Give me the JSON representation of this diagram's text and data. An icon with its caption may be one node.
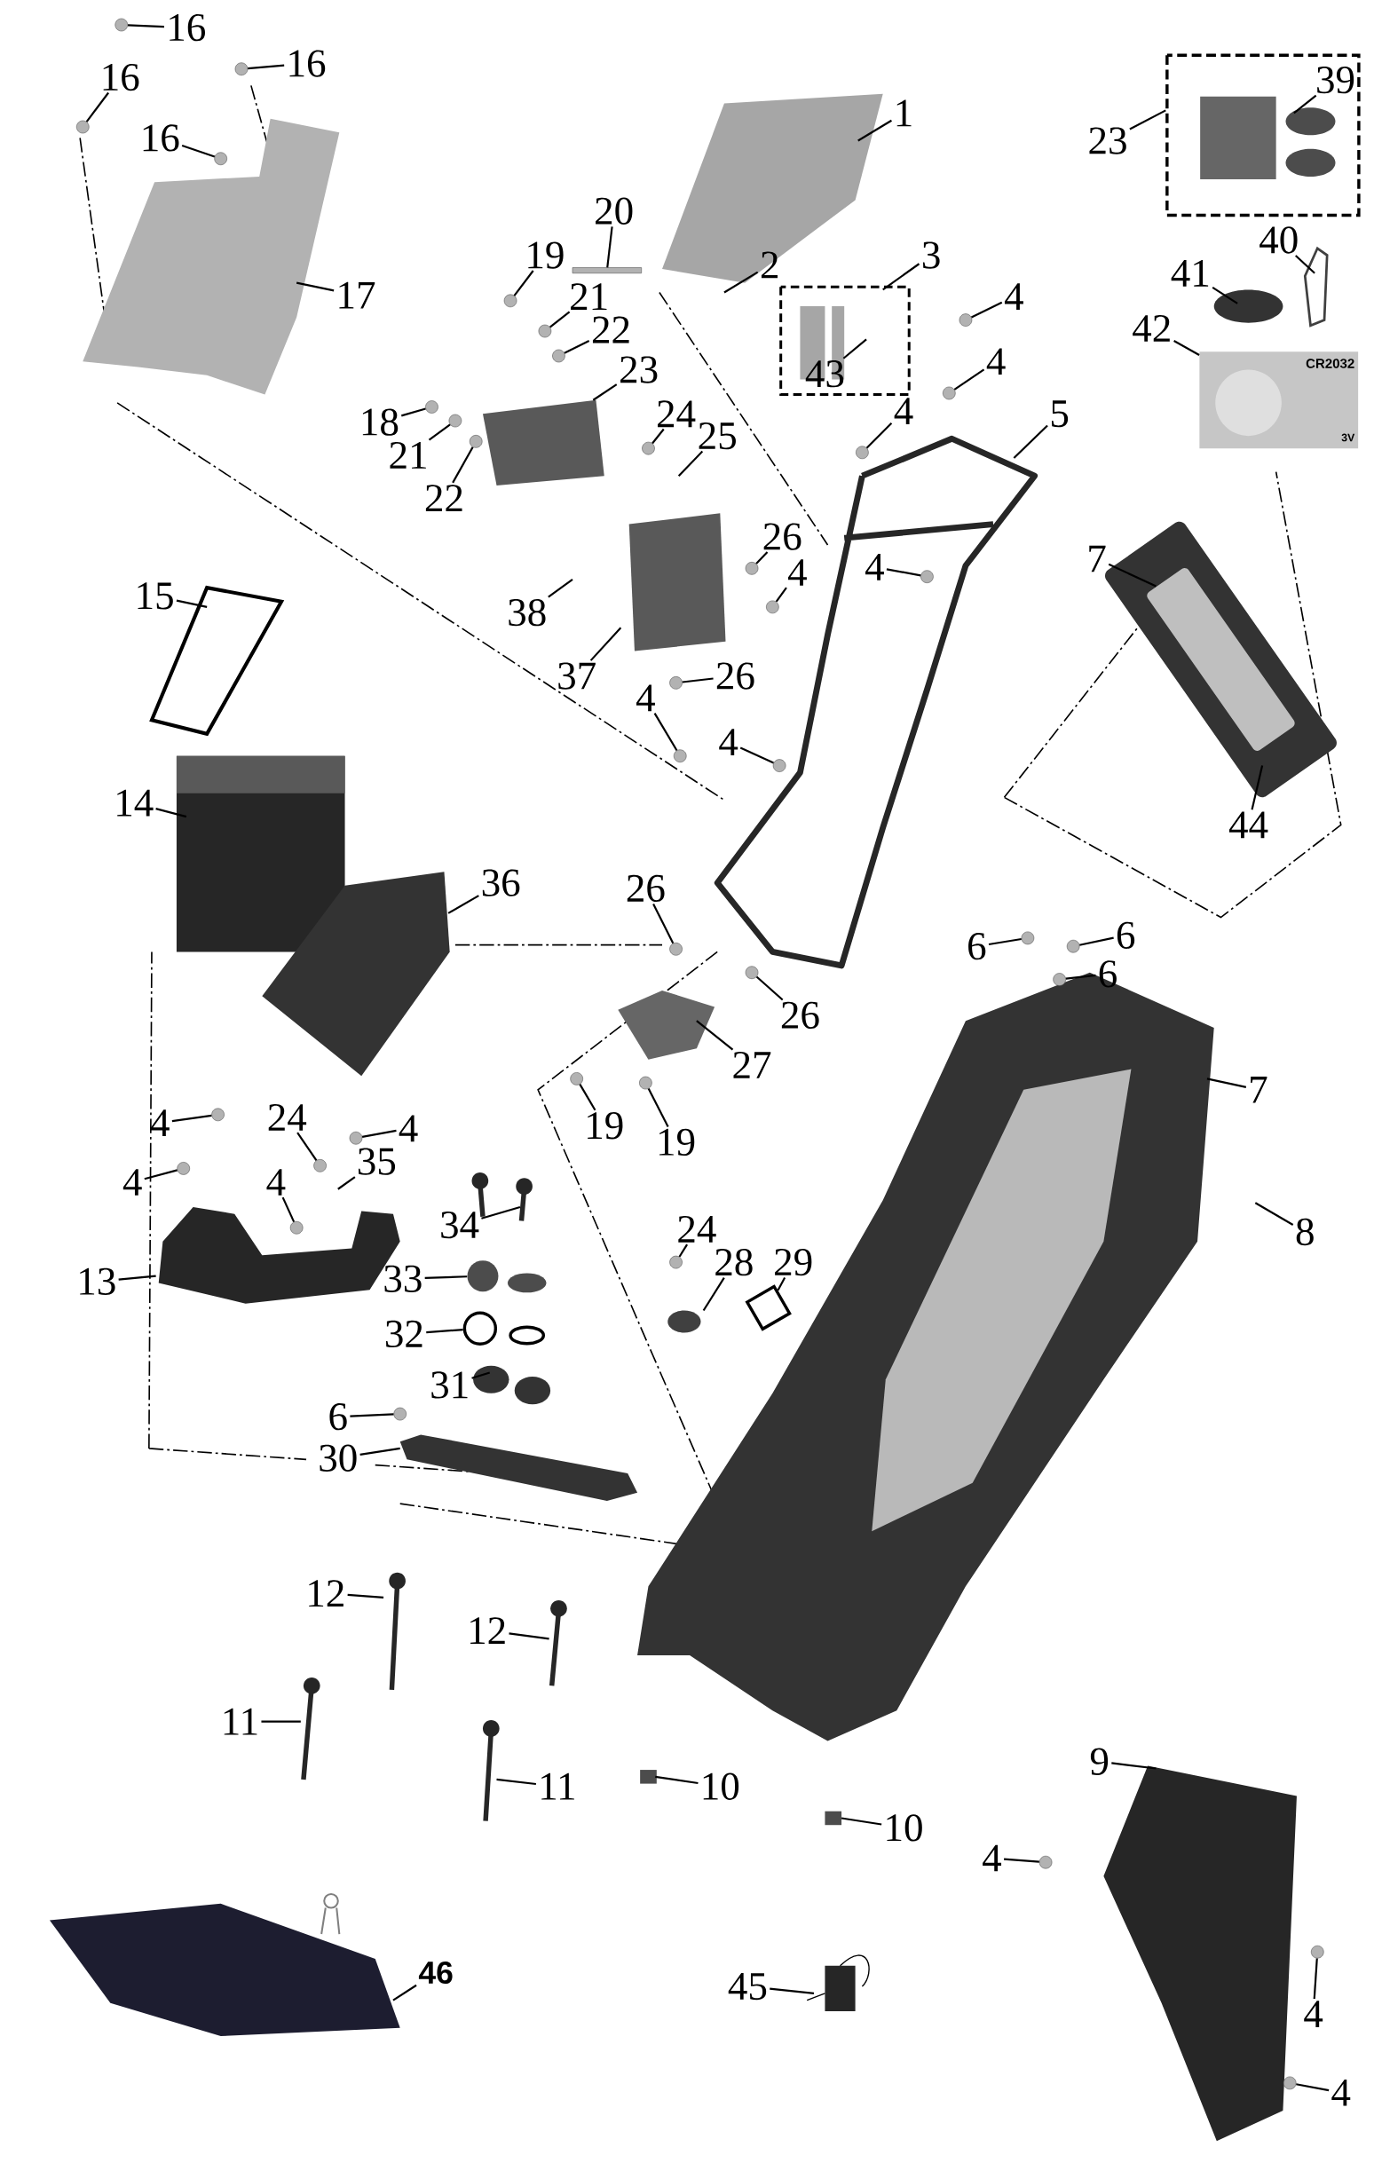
{
  "diagram": {
    "nodes": [
      {
        "text": [
          "1"
        ]
      },
      {
        "text": [
          "16"
        ]
      },
      {
        "text": [
          "16"
        ]
      },
      {
        "text": [
          "16"
        ]
      },
      {
        "text": [
          "16"
        ]
      },
      {
        "text": [
          "17"
        ]
      },
      {
        "text": [
          "20"
        ]
      },
      {
        "text": [
          "2"
        ]
      },
      {
        "text": [
          "3"
        ]
      },
      {
        "text": [
          "19"
        ]
      },
      {
        "text": [
          "21"
        ]
      },
      {
        "text": [
          "22"
        ]
      },
      {
        "text": [
          "23"
        ]
      },
      {
        "text": [
          "18"
        ]
      },
      {
        "text": [
          "21"
        ]
      },
      {
        "text": [
          "22"
        ]
      },
      {
        "text": [
          "4"
        ]
      },
      {
        "text": [
          "4"
        ]
      },
      {
        "text": [
          "4"
        ]
      },
      {
        "text": [
          "5"
        ]
      },
      {
        "text": [
          "24"
        ]
      },
      {
        "text": [
          "25"
        ]
      },
      {
        "text": [
          "43"
        ]
      },
      {
        "text": [
          "39"
        ]
      },
      {
        "text": [
          "23"
        ]
      },
      {
        "text": [
          "40"
        ]
      },
      {
        "text": [
          "41"
        ]
      },
      {
        "text": [
          "42"
        ]
      },
      {
        "text": [
          "26"
        ]
      },
      {
        "text": [
          "4"
        ]
      },
      {
        "text": [
          "4"
        ]
      },
      {
        "text": [
          "38"
        ]
      },
      {
        "text": [
          "37"
        ]
      },
      {
        "text": [
          "26"
        ]
      },
      {
        "text": [
          "7"
        ]
      },
      {
        "text": [
          "44"
        ]
      },
      {
        "text": [
          "15"
        ]
      },
      {
        "text": [
          "14"
        ]
      },
      {
        "text": [
          "4"
        ]
      },
      {
        "text": [
          "4"
        ]
      },
      {
        "text": [
          "36"
        ]
      },
      {
        "text": [
          "26"
        ]
      },
      {
        "text": [
          "26"
        ]
      },
      {
        "text": [
          "27"
        ]
      },
      {
        "text": [
          "19"
        ]
      },
      {
        "text": [
          "19"
        ]
      },
      {
        "text": [
          "6"
        ]
      },
      {
        "text": [
          "6"
        ]
      },
      {
        "text": [
          "6"
        ]
      },
      {
        "text": [
          "7"
        ]
      },
      {
        "text": [
          "8"
        ]
      },
      {
        "text": [
          "4"
        ]
      },
      {
        "text": [
          "4"
        ]
      },
      {
        "text": [
          "24"
        ]
      },
      {
        "text": [
          "4"
        ]
      },
      {
        "text": [
          "35"
        ]
      },
      {
        "text": [
          "4"
        ]
      },
      {
        "text": [
          "34"
        ]
      },
      {
        "text": [
          "13"
        ]
      },
      {
        "text": [
          "33"
        ]
      },
      {
        "text": [
          "32"
        ]
      },
      {
        "text": [
          "31"
        ]
      },
      {
        "text": [
          "6"
        ]
      },
      {
        "text": [
          "30"
        ]
      },
      {
        "text": [
          "24"
        ]
      },
      {
        "text": [
          "28"
        ]
      },
      {
        "text": [
          "29"
        ]
      },
      {
        "text": [
          "12"
        ]
      },
      {
        "text": [
          "12"
        ]
      },
      {
        "text": [
          "11"
        ]
      },
      {
        "text": [
          "11"
        ]
      },
      {
        "text": [
          "10"
        ]
      },
      {
        "text": [
          "10"
        ]
      },
      {
        "text": [
          "9"
        ]
      },
      {
        "text": [
          "4"
        ]
      },
      {
        "text": [
          "4"
        ]
      },
      {
        "text": [
          "4"
        ]
      },
      {
        "text": [
          "45"
        ]
      },
      {
        "text": [
          "46"
        ]
      },
      {
        "text": [
          "CR2032",
          "3V"
        ]
      },
      {
        "text": [],
        "shape": "circle"
      },
      {
        "text": [],
        "shape": "circle"
      },
      {
        "text": [],
        "shape": "circle"
      },
      {
        "text": [],
        "shape": "circle"
      },
      {
        "text": [],
        "shape": "bar"
      },
      {
        "text": [],
        "shape": "circle"
      },
      {
        "text": [],
        "shape": "circle"
      },
      {
        "text": [],
        "shape": "circle"
      },
      {
        "text": [],
        "shape": "circle"
      },
      {
        "text": [],
        "shape": "circle"
      },
      {
        "text": [],
        "shape": "circle"
      },
      {
        "text": [],
        "shape": "circle"
      },
      {
        "text": [],
        "shape": "circle"
      },
      {
        "text": [],
        "shape": "circle"
      },
      {
        "text": [],
        "shape": "circle"
      },
      {
        "text": [],
        "shape": "circle"
      },
      {
        "text": [],
        "shape": "circle"
      },
      {
        "text": [],
        "shape": "circle"
      },
      {
        "text": [],
        "shape": "circle"
      },
      {
        "text": [],
        "shape": "circle"
      },
      {
        "text": [],
        "shape": "circle"
      },
      {
        "text": [],
        "shape": "circle"
      },
      {
        "text": [],
        "shape": "circle"
      },
      {
        "text": [],
        "shape": "circle"
      },
      {
        "text": [],
        "shape": "circle"
      },
      {
        "text": [],
        "shape": "circle"
      },
      {
        "text": [],
        "shape": "circle"
      },
      {
        "text": [],
        "shape": "circle"
      },
      {
        "text": [],
        "shape": "circle"
      },
      {
        "text": [],
        "shape": "circle"
      },
      {
        "text": [],
        "shape": "circle"
      },
      {
        "text": [],
        "shape": "circle"
      },
      {
        "text": [],
        "shape": "circle"
      },
      {
        "text": [],
        "shape": "circle"
      },
      {
        "text": [],
        "shape": "circle"
      },
      {
        "text": [],
        "shape": "circle"
      },
      {
        "text": [],
        "shape": "circle"
      },
      {
        "text": [],
        "shape": "box"
      },
      {
        "text": [],
        "shape": "circle"
      },
      {
        "text": [],
        "shape": "circle"
      },
      {
        "text": [],
        "shape": "circle"
      }
    ],
    "edges": [
      {
        "from": 0,
        "to": null,
        "arrow": "none"
      },
      {
        "from": 1,
        "to": 80,
        "arrow": "none"
      },
      {
        "from": 2,
        "to": 81,
        "arrow": "none"
      },
      {
        "from": 3,
        "to": 82,
        "arrow": "none"
      },
      {
        "from": 4,
        "to": 83,
        "arrow": "none"
      },
      {
        "from": 5,
        "to": null,
        "arrow": "none"
      },
      {
        "from": 6,
        "to": 84,
        "arrow": "none"
      },
      {
        "from": 7,
        "to": null,
        "arrow": "none"
      },
      {
        "from": 8,
        "to": null,
        "arrow": "none"
      },
      {
        "from": 9,
        "to": 85,
        "arrow": "none"
      },
      {
        "from": 10,
        "to": 86,
        "arrow": "none"
      },
      {
        "from": 11,
        "to": 87,
        "arrow": "none"
      },
      {
        "from": 12,
        "to": null,
        "arrow": "none"
      },
      {
        "from": 13,
        "to": 88,
        "arrow": "none"
      },
      {
        "from": 14,
        "to": 89,
        "arrow": "none"
      },
      {
        "from": 15,
        "to": 90,
        "arrow": "none"
      },
      {
        "from": 16,
        "to": 91,
        "arrow": "none"
      },
      {
        "from": 17,
        "to": 92,
        "arrow": "none"
      },
      {
        "from": 18,
        "to": 93,
        "arrow": "none"
      },
      {
        "from": 19,
        "to": null,
        "arrow": "none"
      },
      {
        "from": 20,
        "to": 94,
        "arrow": "none"
      },
      {
        "from": 21,
        "to": null,
        "arrow": "none"
      },
      {
        "from": 22,
        "to": null,
        "arrow": "none"
      },
      {
        "from": 23,
        "to": null,
        "arrow": "none"
      },
      {
        "from": 24,
        "to": null,
        "arrow": "none"
      },
      {
        "from": 25,
        "to": null,
        "arrow": "none"
      },
      {
        "from": 26,
        "to": null,
        "arrow": "none"
      },
      {
        "from": 27,
        "to": 79,
        "arrow": "none"
      },
      {
        "from": 28,
        "to": 95,
        "arrow": "none"
      },
      {
        "from": 29,
        "to": 96,
        "arrow": "none"
      },
      {
        "from": 30,
        "to": 97,
        "arrow": "none"
      },
      {
        "from": 31,
        "to": null,
        "arrow": "none"
      },
      {
        "from": 32,
        "to": null,
        "arrow": "none"
      },
      {
        "from": 33,
        "to": 98,
        "arrow": "none"
      },
      {
        "from": 34,
        "to": null,
        "arrow": "none"
      },
      {
        "from": 35,
        "to": null,
        "arrow": "none"
      },
      {
        "from": 36,
        "to": null,
        "arrow": "none"
      },
      {
        "from": 37,
        "to": null,
        "arrow": "none"
      },
      {
        "from": 38,
        "to": 99,
        "arrow": "none"
      },
      {
        "from": 39,
        "to": 100,
        "arrow": "none"
      },
      {
        "from": 40,
        "to": null,
        "arrow": "none"
      },
      {
        "from": 41,
        "to": 101,
        "arrow": "none"
      },
      {
        "from": 42,
        "to": 102,
        "arrow": "none"
      },
      {
        "from": 43,
        "to": null,
        "arrow": "none"
      },
      {
        "from": 44,
        "to": 103,
        "arrow": "none"
      },
      {
        "from": 45,
        "to": 104,
        "arrow": "none"
      },
      {
        "from": 46,
        "to": 105,
        "arrow": "none"
      },
      {
        "from": 47,
        "to": 106,
        "arrow": "none"
      },
      {
        "from": 48,
        "to": 107,
        "arrow": "none"
      },
      {
        "from": 49,
        "to": null,
        "arrow": "none"
      },
      {
        "from": 50,
        "to": null,
        "arrow": "none"
      },
      {
        "from": 51,
        "to": 108,
        "arrow": "none"
      },
      {
        "from": 52,
        "to": 109,
        "arrow": "none"
      },
      {
        "from": 53,
        "to": 110,
        "arrow": "none"
      },
      {
        "from": 54,
        "to": 111,
        "arrow": "none"
      },
      {
        "from": 55,
        "to": null,
        "arrow": "none"
      },
      {
        "from": 56,
        "to": 112,
        "arrow": "none"
      },
      {
        "from": 57,
        "to": null,
        "arrow": "none"
      },
      {
        "from": 58,
        "to": null,
        "arrow": "none"
      },
      {
        "from": 59,
        "to": 113,
        "arrow": "none"
      },
      {
        "from": 60,
        "to": 114,
        "arrow": "none"
      },
      {
        "from": 61,
        "to": null,
        "arrow": "none"
      },
      {
        "from": 62,
        "to": 115,
        "arrow": "none"
      },
      {
        "from": 63,
        "to": null,
        "arrow": "none"
      },
      {
        "from": 64,
        "to": 116,
        "arrow": "none"
      },
      {
        "from": 65,
        "to": null,
        "arrow": "none"
      },
      {
        "from": 66,
        "to": 117,
        "arrow": "none"
      },
      {
        "from": 67,
        "to": null,
        "arrow": "none"
      },
      {
        "from": 68,
        "to": null,
        "arrow": "none"
      },
      {
        "from": 69,
        "to": null,
        "arrow": "none"
      },
      {
        "from": 70,
        "to": null,
        "arrow": "none"
      },
      {
        "from": 71,
        "to": null,
        "arrow": "none"
      },
      {
        "from": 72,
        "to": null,
        "arrow": "none"
      },
      {
        "from": 73,
        "to": null,
        "arrow": "none"
      },
      {
        "from": 74,
        "to": 118,
        "arrow": "none"
      },
      {
        "from": 75,
        "to": 119,
        "arrow": "none"
      },
      {
        "from": 76,
        "to": 120,
        "arrow": "none"
      },
      {
        "from": 77,
        "to": null,
        "arrow": "none"
      },
      {
        "from": 78,
        "to": null,
        "arrow": "none"
      }
    ]
  }
}
